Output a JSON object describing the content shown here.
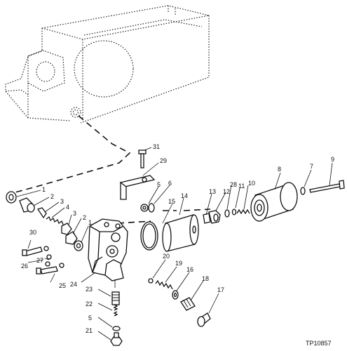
{
  "figure_id": "TP10857",
  "callouts": {
    "c1a": "1",
    "c2a": "2",
    "c3a": "3",
    "c4": "4",
    "c3b": "3",
    "c2b": "2",
    "c1b": "1",
    "c30": "30",
    "c26": "26",
    "c27": "27",
    "c25": "25",
    "c24": "24",
    "c23": "23",
    "c22": "22",
    "c5a": "5",
    "c21": "21",
    "c31": "31",
    "c29": "29",
    "c5b": "5",
    "c6": "6",
    "c15": "15",
    "c14": "14",
    "c13": "13",
    "c12": "12",
    "c28": "28",
    "c11": "11",
    "c10": "10",
    "c8": "8",
    "c7": "7",
    "c9": "9",
    "c20": "20",
    "c19": "19",
    "c16": "16",
    "c18": "18",
    "c17": "17"
  }
}
